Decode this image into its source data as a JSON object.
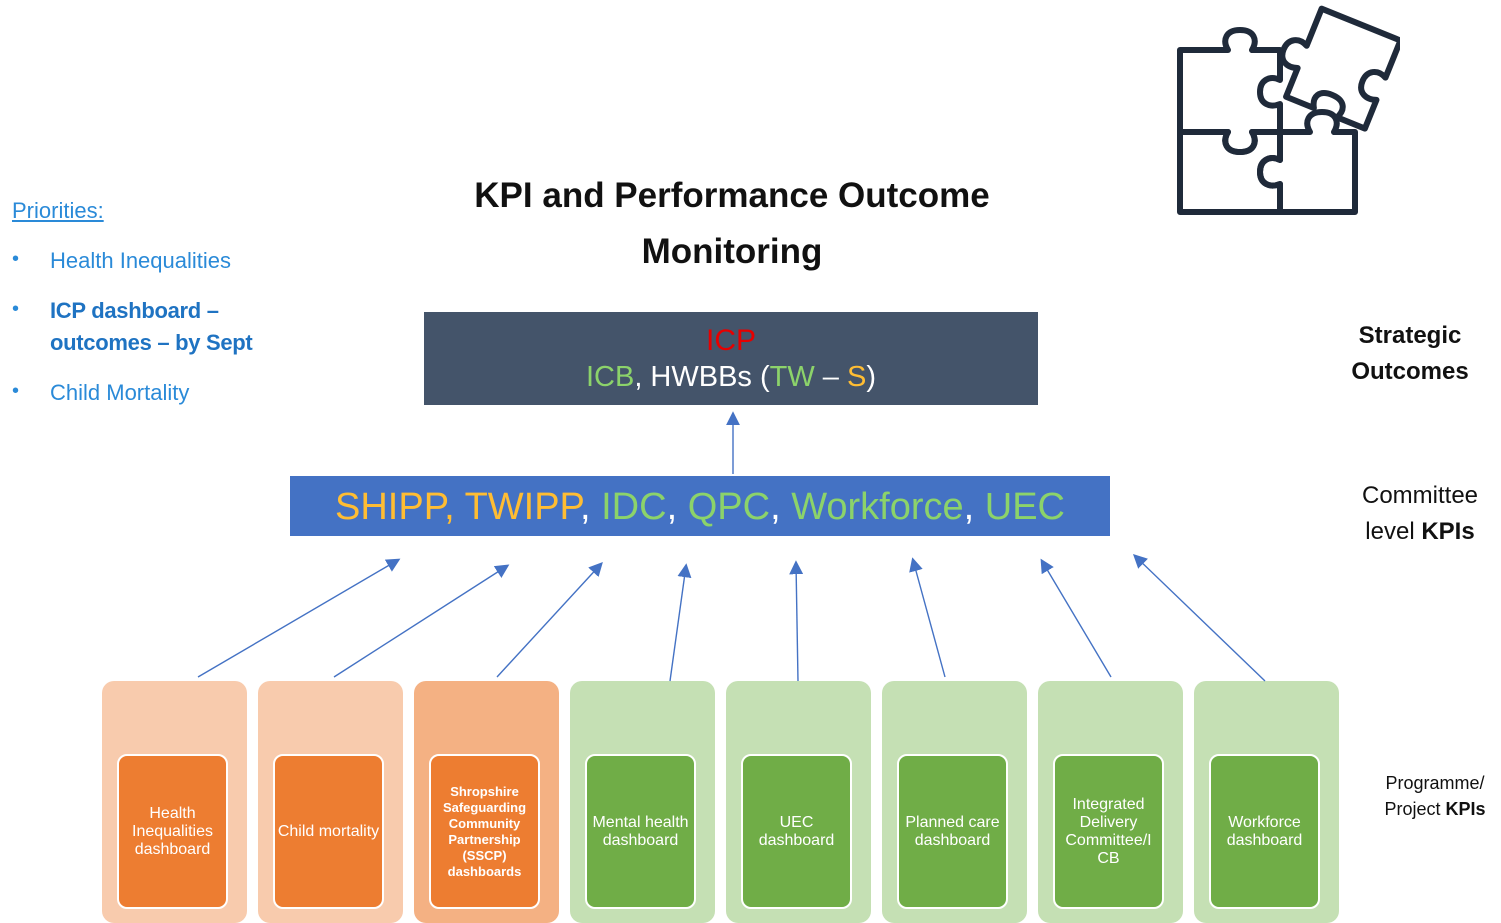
{
  "priorities": {
    "title": "Priorities:",
    "items": [
      {
        "bullet": "•",
        "text": "Health Inequalities"
      },
      {
        "bullet": "•",
        "text": "ICP dashboard – outcomes – by Sept"
      },
      {
        "bullet": "•",
        "text": "Child Mortality"
      }
    ]
  },
  "title": "KPI and Performance Outcome Monitoring",
  "icp_box": {
    "line1": "ICP",
    "icb": "ICB",
    "hwbbs": ", HWBBs (",
    "tw": "TW",
    "dash": " – ",
    "s": "S",
    "close": ")"
  },
  "committee_box": {
    "shipp_twipp": "SHIPP, TWIPP",
    "comma1": ", ",
    "idc": "IDC",
    "comma2": ", ",
    "qpc": "QPC",
    "comma3": ", ",
    "workforce": "Workforce",
    "comma4": ", ",
    "uec": "UEC"
  },
  "labels": {
    "strategic_line1": "Strategic",
    "strategic_line2": "Outcomes",
    "committee_line1": "Committee",
    "committee_line2a": "level ",
    "committee_line2b": "KPIs",
    "programme_line1": "Programme/",
    "programme_line2a": "Project ",
    "programme_line2b": "KPIs"
  },
  "dashboards": [
    {
      "label": "Health Inequalities dashboard"
    },
    {
      "label": "Child mortality"
    },
    {
      "label": "Shropshire Safeguarding Community Partnership (SSCP) dashboards"
    },
    {
      "label": "Mental health dashboard"
    },
    {
      "label": "UEC dashboard"
    },
    {
      "label": "Planned care dashboard"
    },
    {
      "label": "Integrated Delivery Committee/I CB"
    },
    {
      "label": "Workforce dashboard"
    }
  ],
  "colors": {
    "icp_box": "#44546a",
    "committee_box": "#4472c4",
    "orange_dark": "#ed7d31",
    "green_dark": "#70ad47",
    "arrow": "#4472c4",
    "priorities_text": "#2a8ad8"
  },
  "icons": {
    "puzzle": "puzzle-pieces-icon"
  }
}
